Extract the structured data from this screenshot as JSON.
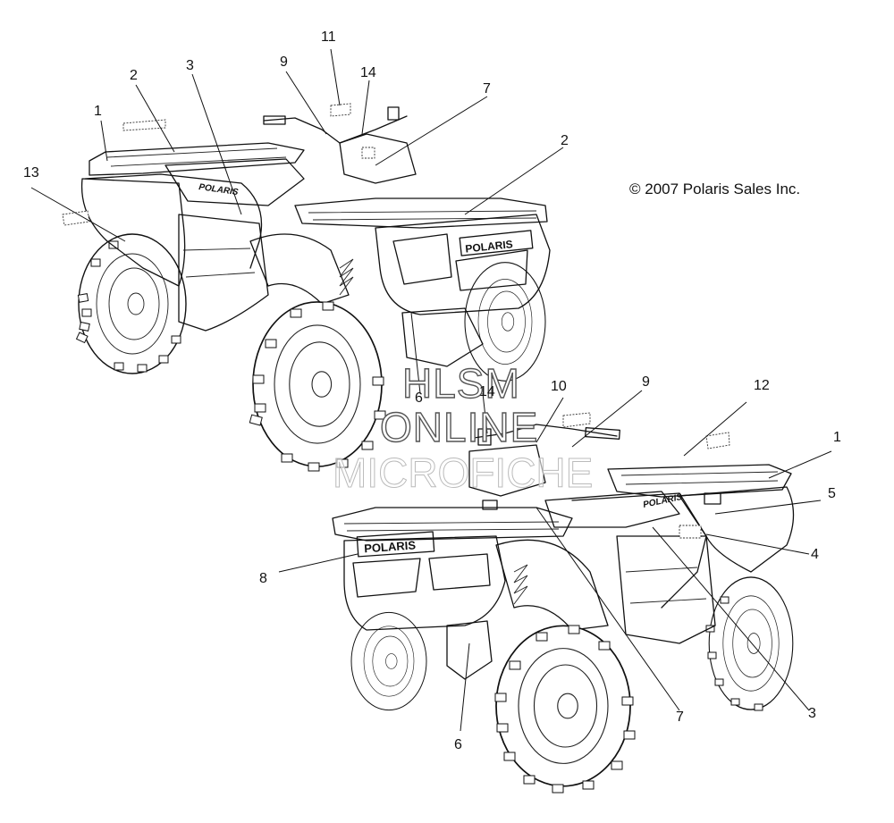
{
  "copyright": "© 2007 Polaris Sales Inc.",
  "watermark": {
    "line1": "HLSM",
    "line2": "ONLINE",
    "line3": "MICROFICHE"
  },
  "brand_text": "POLARIS",
  "callouts": {
    "top_1": "1",
    "top_2a": "2",
    "top_3": "3",
    "top_9": "9",
    "top_11": "11",
    "top_14": "14",
    "top_7": "7",
    "top_2b": "2",
    "top_13": "13",
    "top_6": "6",
    "bot_10": "10",
    "bot_9": "9",
    "bot_14": "14",
    "bot_12": "12",
    "bot_1": "1",
    "bot_5": "5",
    "bot_4": "4",
    "bot_8": "8",
    "bot_7": "7",
    "bot_3": "3",
    "bot_6": "6"
  }
}
